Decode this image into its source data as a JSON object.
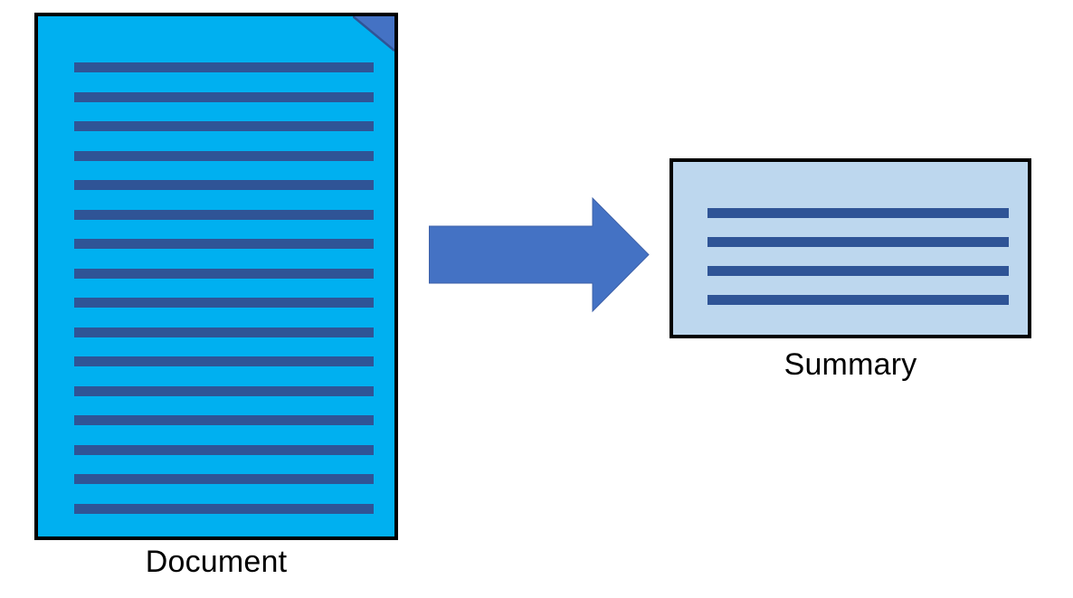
{
  "colors": {
    "doc-fill": "#00B0F0",
    "doc-line": "#2F5496",
    "fold-fill": "#4472C4",
    "fold-stroke": "#2F5496",
    "arrow-fill": "#4472C4",
    "arrow-stroke": "#3E61A9",
    "summary-fill": "#BDD7EE",
    "summary-line": "#2F5496",
    "border": "#000000",
    "label": "#000000"
  },
  "document": {
    "label": "Document",
    "line_count": 16
  },
  "arrow": {
    "icon": "arrow-right-icon",
    "direction": "right"
  },
  "summary": {
    "label": "Summary",
    "line_count": 4
  }
}
